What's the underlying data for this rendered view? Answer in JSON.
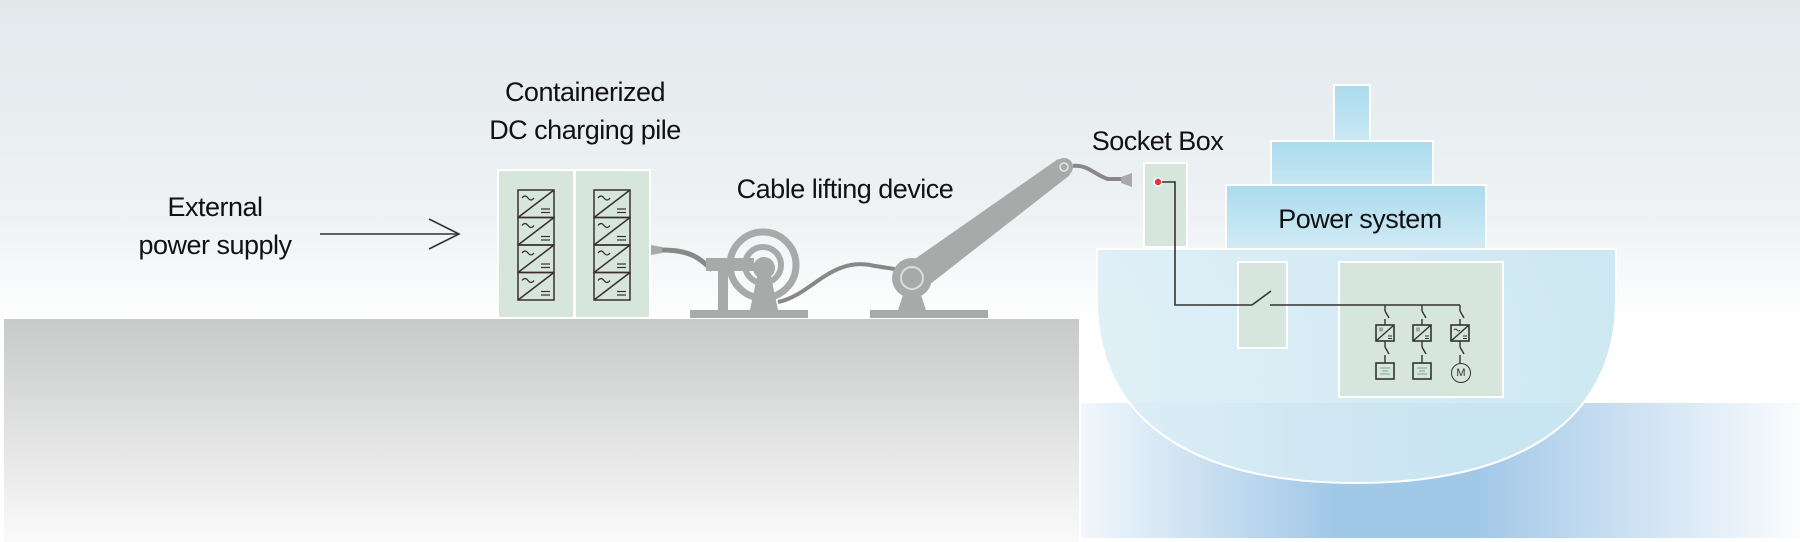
{
  "diagram": {
    "labels": {
      "external_power_line1": "External",
      "external_power_line2": "power supply",
      "charging_pile_line1": "Containerized",
      "charging_pile_line2": "DC charging pile",
      "cable_lifting": "Cable lifting device",
      "socket_box": "Socket Box",
      "power_system": "Power system",
      "motor_symbol": "M"
    },
    "colors": {
      "ground": "#c8c9c9",
      "equipment_gray": "#a8a9a9",
      "panel_green": "#d7e6dd",
      "ship_light": "#d8ecf5",
      "ship_super": "#b3dcee",
      "water": "#a2c8e8",
      "socket_dot": "#e8333b",
      "wire": "#333333"
    }
  }
}
